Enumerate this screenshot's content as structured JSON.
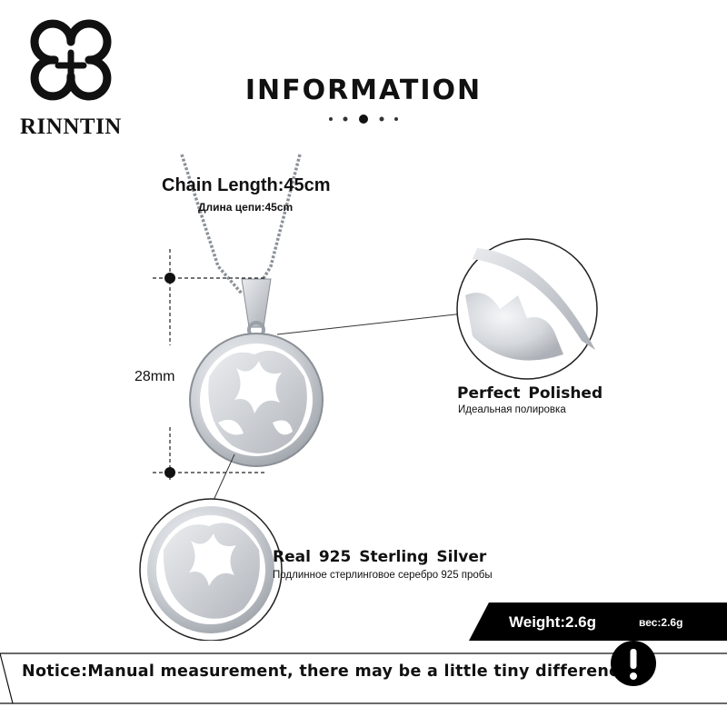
{
  "brand": {
    "name": "RINNTIN"
  },
  "title": "INFORMATION",
  "chain": {
    "en": "Chain Length:45cm",
    "ru": "Длина цепи:45cm"
  },
  "pendant_size": "28mm",
  "polish": {
    "en": "Perfect  Polished",
    "ru": "Идеальная полировка"
  },
  "material": {
    "en": "Real 925  Sterling  Silver",
    "ru": "Подлинное стерлинговое серебро 925 пробы"
  },
  "weight": {
    "en": "Weight:2.6g",
    "ru": "вес:2.6g"
  },
  "notice": "Notice:Manual measurement, there may be a little tiny difference.",
  "icons": [
    "logo-icon",
    "alert-icon"
  ],
  "colors": {
    "text": "#111111",
    "banner": "#000000",
    "silver": "#c9cdd3"
  }
}
